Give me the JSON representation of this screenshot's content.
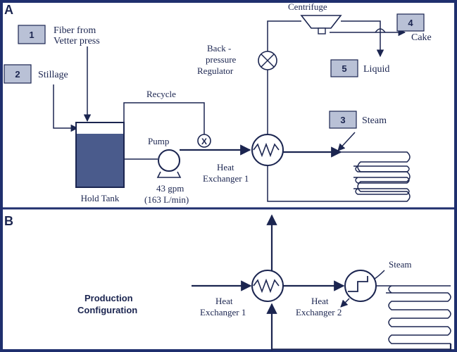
{
  "panels": {
    "a": "A",
    "b": "B"
  },
  "inputs": [
    {
      "num": "1",
      "label_lines": [
        "Fiber from",
        "Vetter press"
      ]
    },
    {
      "num": "2",
      "label_lines": [
        "Stillage"
      ]
    },
    {
      "num": "3",
      "label_lines": [
        "Steam"
      ]
    },
    {
      "num": "4",
      "label_lines": [
        "Cake"
      ]
    },
    {
      "num": "5",
      "label_lines": [
        "Liquid"
      ]
    }
  ],
  "labels": {
    "centrifuge": "Centrifuge",
    "back_pressure": [
      "Back -",
      "pressure",
      "Regulator"
    ],
    "recycle": "Recycle",
    "pump": "Pump",
    "valve_mark": "X",
    "hold_tank": "Hold Tank",
    "flow_rate": [
      "43 gpm",
      "(163 L/min)"
    ],
    "heat_exchanger_1_a": [
      "Heat",
      "Exchanger 1"
    ],
    "production_config": [
      "Production",
      "Configuration"
    ],
    "heat_exchanger_1_b": [
      "Heat",
      "Exchanger 1"
    ],
    "heat_exchanger_2": [
      "Heat",
      "Exchanger 2"
    ],
    "steam_b": "Steam"
  },
  "colors": {
    "frame": "#1f2f6e",
    "line": "#1b2550",
    "tank_fill": "#4a5b8c",
    "number_box": "#b9c1d6"
  }
}
